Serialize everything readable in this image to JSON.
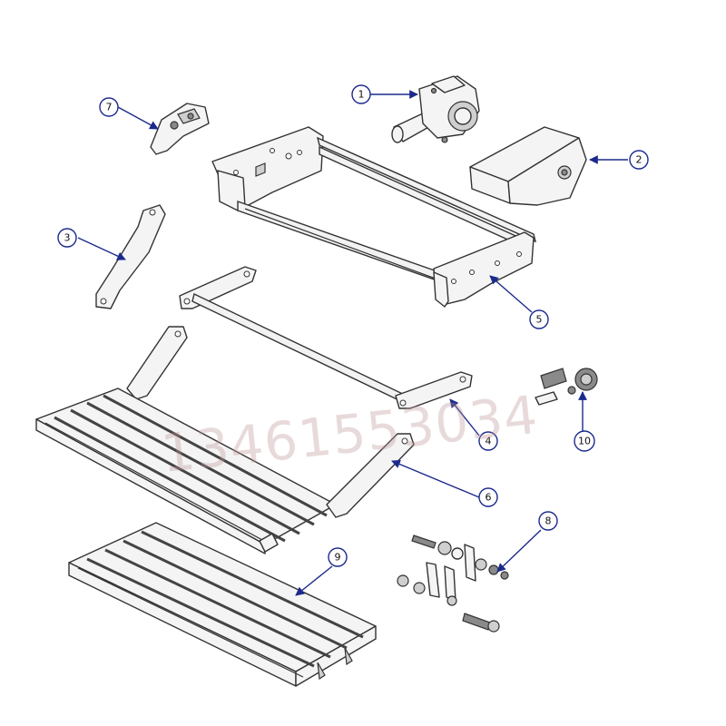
{
  "diagram": {
    "callouts": [
      {
        "id": "1",
        "label": "1"
      },
      {
        "id": "2",
        "label": "2"
      },
      {
        "id": "3",
        "label": "3"
      },
      {
        "id": "4",
        "label": "4"
      },
      {
        "id": "5",
        "label": "5"
      },
      {
        "id": "6",
        "label": "6"
      },
      {
        "id": "7",
        "label": "7"
      },
      {
        "id": "8",
        "label": "8"
      },
      {
        "id": "9",
        "label": "9"
      },
      {
        "id": "10",
        "label": "10"
      }
    ],
    "watermark": "13461553034"
  },
  "colors": {
    "line": "#333333",
    "callout": "#1b2a8c",
    "watermark": "#be9696"
  }
}
